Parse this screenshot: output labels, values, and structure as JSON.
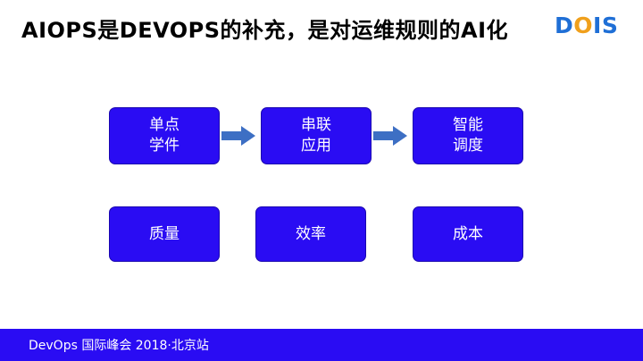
{
  "slide": {
    "title": "AIOPS是DEVOPS的补充，是对运维规则的AI化",
    "logo": {
      "d": "D",
      "o": "O",
      "i": "I",
      "s": "S"
    },
    "colors": {
      "accent": "#2a0cf3",
      "arrow": "#3d6fc4",
      "logo_blue": "#1f6fd6",
      "logo_orange": "#f0a01c"
    }
  },
  "flow": [
    {
      "line1": "单点",
      "line2": "学件"
    },
    {
      "line1": "串联",
      "line2": "应用"
    },
    {
      "line1": "智能",
      "line2": "调度"
    }
  ],
  "metrics": [
    {
      "label": "质量"
    },
    {
      "label": "效率"
    },
    {
      "label": "成本"
    }
  ],
  "footer": {
    "text": "DevOps 国际峰会 2018·北京站"
  }
}
